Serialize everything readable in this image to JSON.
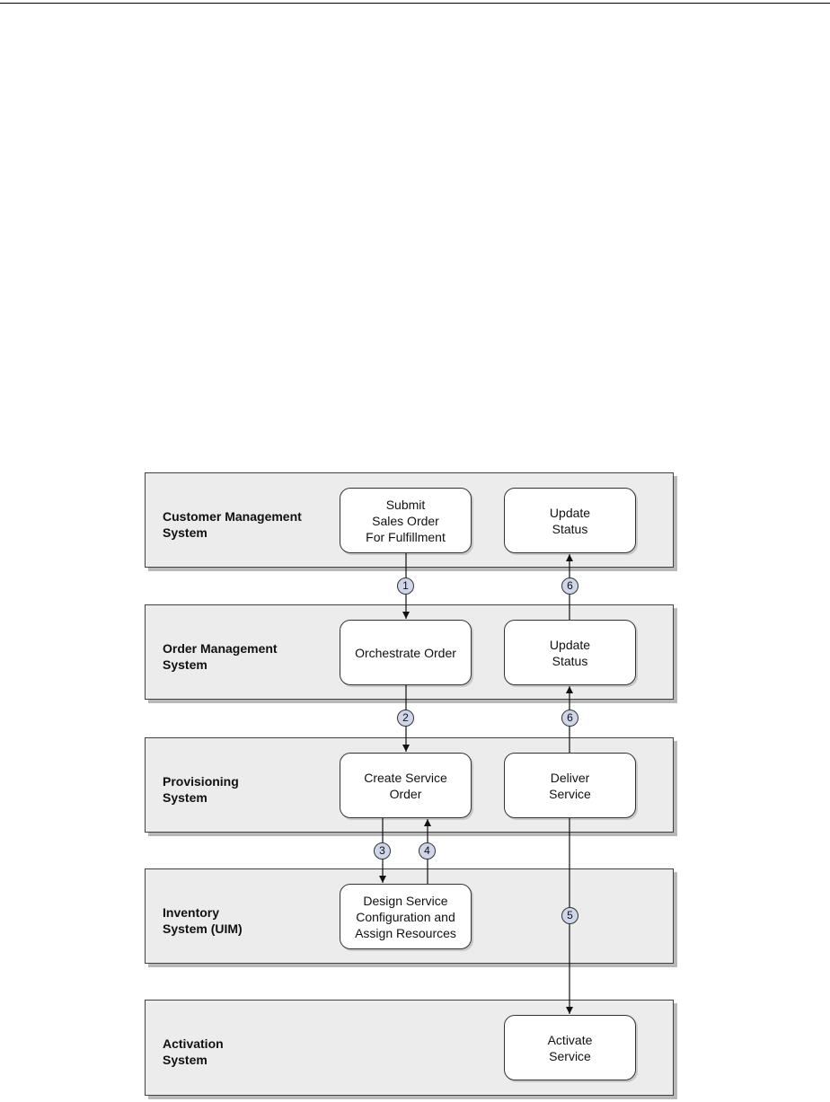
{
  "diagram": {
    "bands": [
      {
        "id": "customer",
        "label": "Customer Management\nSystem"
      },
      {
        "id": "order",
        "label": "Order Management\nSystem"
      },
      {
        "id": "provisioning",
        "label": "Provisioning\nSystem"
      },
      {
        "id": "inventory",
        "label": "Inventory\nSystem (UIM)"
      },
      {
        "id": "activation",
        "label": "Activation\nSystem"
      }
    ],
    "nodes": {
      "submit_sales_order": "Submit\nSales Order\nFor Fulfillment",
      "update_status_cms": "Update\nStatus",
      "orchestrate_order": "Orchestrate Order",
      "update_status_oms": "Update\nStatus",
      "create_service_order": "Create Service\nOrder",
      "deliver_service": "Deliver\nService",
      "design_service_config": "Design Service\nConfiguration and\nAssign Resources",
      "activate_service": "Activate\nService"
    },
    "steps": {
      "s1": "1",
      "s2": "2",
      "s3": "3",
      "s4": "4",
      "s5": "5",
      "s6a": "6",
      "s6b": "6"
    }
  }
}
